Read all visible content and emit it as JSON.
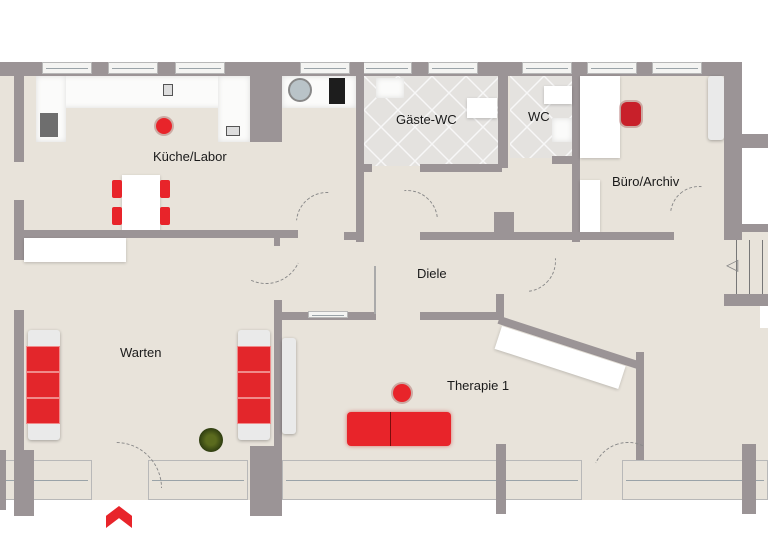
{
  "floorplan": {
    "rooms": [
      {
        "id": "kueche",
        "label": "Küche/Labor"
      },
      {
        "id": "gaeste_wc",
        "label": "Gäste-WC"
      },
      {
        "id": "wc",
        "label": "WC"
      },
      {
        "id": "buero",
        "label": "Büro/Archiv"
      },
      {
        "id": "diele",
        "label": "Diele"
      },
      {
        "id": "warten",
        "label": "Warten"
      },
      {
        "id": "therapie1",
        "label": "Therapie 1"
      }
    ],
    "entrance_marker": "entrance-arrow",
    "colors": {
      "wall": "#9b9496",
      "floor": "#e8e3da",
      "accent": "#e8242a",
      "background": "#ffffff"
    }
  }
}
